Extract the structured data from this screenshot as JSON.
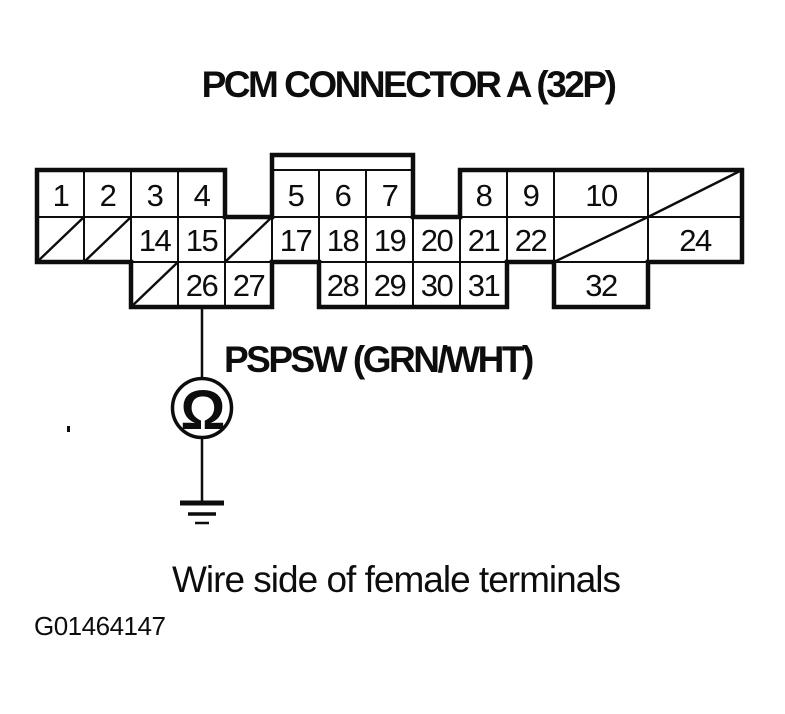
{
  "title": "PCM CONNECTOR A (32P)",
  "connector": {
    "pins": [
      "1",
      "2",
      "3",
      "4",
      "5",
      "6",
      "7",
      "8",
      "9",
      "10",
      "14",
      "15",
      "17",
      "18",
      "19",
      "20",
      "21",
      "22",
      "24",
      "26",
      "27",
      "28",
      "29",
      "30",
      "31",
      "32"
    ]
  },
  "wire": {
    "label": "PSPSW (GRN/WHT)",
    "meter_symbol": "Ω"
  },
  "caption": "Wire side of female terminals",
  "figure_id": "G01464147",
  "colors": {
    "ink": "#0d0d0d",
    "background": "#ffffff"
  }
}
